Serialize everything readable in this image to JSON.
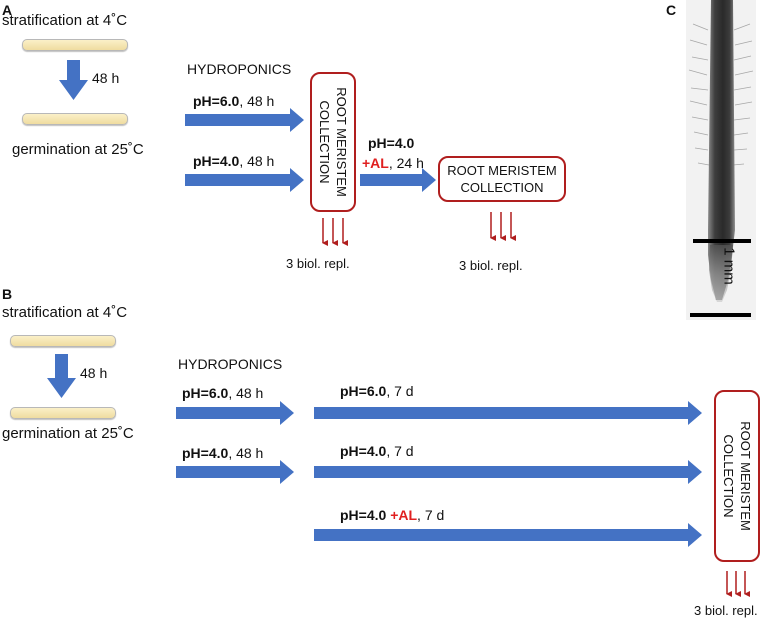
{
  "panelA": {
    "letter": "A",
    "stratification": "stratification at 4˚C",
    "germination": "germination at 25˚C",
    "duration": "48 h",
    "hydroponics": "HYDROPONICS",
    "ph6_bold": "pH=6.0",
    "ph6_rest": ", 48 h",
    "ph4_bold": "pH=4.0",
    "ph4_rest": ", 48 h",
    "collection1_line1": "ROOT MERISTEM",
    "collection1_line2": "COLLECTION",
    "al_ph": "pH=4.0",
    "al_label": "+AL",
    "al_rest": ", 24 h",
    "collection2_line1": "ROOT MERISTEM",
    "collection2_line2": "COLLECTION",
    "replicates1": "3 biol. repl.",
    "replicates2": "3 biol. repl."
  },
  "panelB": {
    "letter": "B",
    "stratification": "stratification at 4˚C",
    "germination": "germination at 25˚C",
    "duration": "48 h",
    "hydroponics": "HYDROPONICS",
    "ph6_bold": "pH=6.0",
    "ph6_rest": ", 48 h",
    "ph4_bold": "pH=4.0",
    "ph4_rest": ", 48 h",
    "long1_bold": "pH=6.0",
    "long1_rest": ", 7 d",
    "long2_bold": "pH=4.0",
    "long2_rest": ", 7 d",
    "long3_bold": "pH=4.0",
    "long3_al": "+AL",
    "long3_rest": ", 7 d",
    "collection_line1": "ROOT MERISTEM",
    "collection_line2": "COLLECTION",
    "replicates": "3 biol. repl."
  },
  "panelC": {
    "letter": "C",
    "scale_label": "1 mm"
  },
  "colors": {
    "arrow_blue": "#4472c4",
    "box_red": "#b01e1e",
    "al_red": "#e02020"
  }
}
